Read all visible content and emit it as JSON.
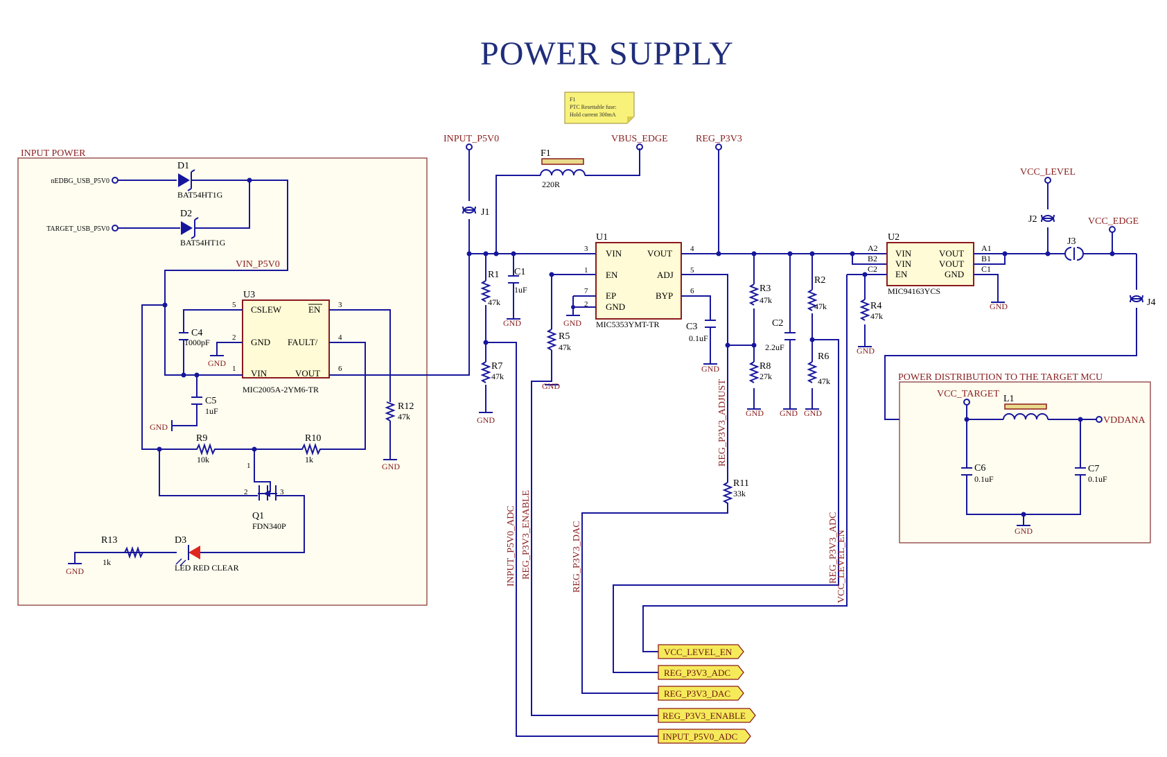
{
  "title": "POWER SUPPLY",
  "note": {
    "line1": "F1",
    "line2": "PTC Resettable fuse:",
    "line3": "Hold current 300mA"
  },
  "input_power": {
    "box_label": "INPUT POWER",
    "nets": {
      "nedbg": "nEDBG_USB_P5V0",
      "target_usb": "TARGET_USB_P5V0",
      "vin": "VIN_P5V0"
    },
    "d1": {
      "ref": "D1",
      "value": "BAT54HT1G"
    },
    "d2": {
      "ref": "D2",
      "value": "BAT54HT1G"
    },
    "u3": {
      "ref": "U3",
      "value": "MIC2005A-2YM6-TR",
      "pins": {
        "cslew": "CSLEW",
        "en": "EN",
        "gnd": "GND",
        "fault": "FAULT/",
        "vin": "VIN",
        "vout": "VOUT"
      },
      "nums": {
        "p5": "5",
        "p3": "3",
        "p2": "2",
        "p4": "4",
        "p1": "1",
        "p6": "6"
      }
    },
    "c4": {
      "ref": "C4",
      "value": "1000pF"
    },
    "c5": {
      "ref": "C5",
      "value": "1uF"
    },
    "r9": {
      "ref": "R9",
      "value": "10k"
    },
    "r10": {
      "ref": "R10",
      "value": "1k"
    },
    "r12": {
      "ref": "R12",
      "value": "47k"
    },
    "q1": {
      "ref": "Q1",
      "value": "FDN340P",
      "p1": "1",
      "p2": "2",
      "p3": "3"
    },
    "r13": {
      "ref": "R13",
      "value": "1k"
    },
    "d3": {
      "ref": "D3",
      "value": "LED RED CLEAR"
    }
  },
  "gnd": "GND",
  "nets": {
    "input_p5v0": "INPUT_P5V0",
    "vbus_edge": "VBUS_EDGE",
    "reg_p3v3": "REG_P3V3",
    "vcc_level": "VCC_LEVEL",
    "vcc_edge": "VCC_EDGE"
  },
  "j1": "J1",
  "j2": "J2",
  "j3": "J3",
  "j4": "J4",
  "f1": {
    "ref": "F1",
    "value": "220R"
  },
  "r1": {
    "ref": "R1",
    "value": "47k"
  },
  "c1": {
    "ref": "C1",
    "value": "1uF"
  },
  "r7": {
    "ref": "R7",
    "value": "47k"
  },
  "r5": {
    "ref": "R5",
    "value": "47k"
  },
  "u1": {
    "ref": "U1",
    "value": "MIC5353YMT-TR",
    "pins": {
      "vin": "VIN",
      "vout": "VOUT",
      "en": "EN",
      "adj": "ADJ",
      "ep": "EP",
      "byp": "BYP",
      "gnd": "GND"
    },
    "nums": {
      "p3": "3",
      "p4": "4",
      "p1": "1",
      "p5": "5",
      "p7": "7",
      "p2": "2",
      "p6": "6"
    }
  },
  "c3": {
    "ref": "C3",
    "value": "0.1uF"
  },
  "r3": {
    "ref": "R3",
    "value": "47k"
  },
  "r8": {
    "ref": "R8",
    "value": "27k"
  },
  "c2": {
    "ref": "C2",
    "value": "2.2uF"
  },
  "r2": {
    "ref": "R2",
    "value": "47k"
  },
  "r6": {
    "ref": "R6",
    "value": "47k"
  },
  "r11": {
    "ref": "R11",
    "value": "33k"
  },
  "r4": {
    "ref": "R4",
    "value": "47k"
  },
  "u2": {
    "ref": "U2",
    "value": "MIC94163YCS",
    "pins": {
      "vin1": "VIN",
      "vin2": "VIN",
      "en": "EN",
      "vout1": "VOUT",
      "vout2": "VOUT",
      "gnd": "GND"
    },
    "nums": {
      "a2": "A2",
      "b2": "B2",
      "c2": "C2",
      "a1": "A1",
      "b1": "B1",
      "c1": "C1"
    }
  },
  "vertical_nets": {
    "input_adc": "INPUT_P5V0_ADC",
    "reg_enable": "REG_P3V3_ENABLE",
    "reg_dac": "REG_P3V3_DAC",
    "reg_adjust": "REG_P3V3_ADJUST",
    "reg_adc": "REG_P3V3_ADC",
    "vcc_level_en": "VCC_LEVEL_EN"
  },
  "ports": [
    "VCC_LEVEL_EN",
    "REG_P3V3_ADC",
    "REG_P3V3_DAC",
    "REG_P3V3_ENABLE",
    "INPUT_P5V0_ADC"
  ],
  "distribution": {
    "box_label": "POWER DISTRIBUTION TO THE TARGET MCU",
    "vcc_target": "VCC_TARGET",
    "vddana": "VDDANA",
    "l1": "L1",
    "c6": {
      "ref": "C6",
      "value": "0.1uF"
    },
    "c7": {
      "ref": "C7",
      "value": "0.1uF"
    }
  }
}
